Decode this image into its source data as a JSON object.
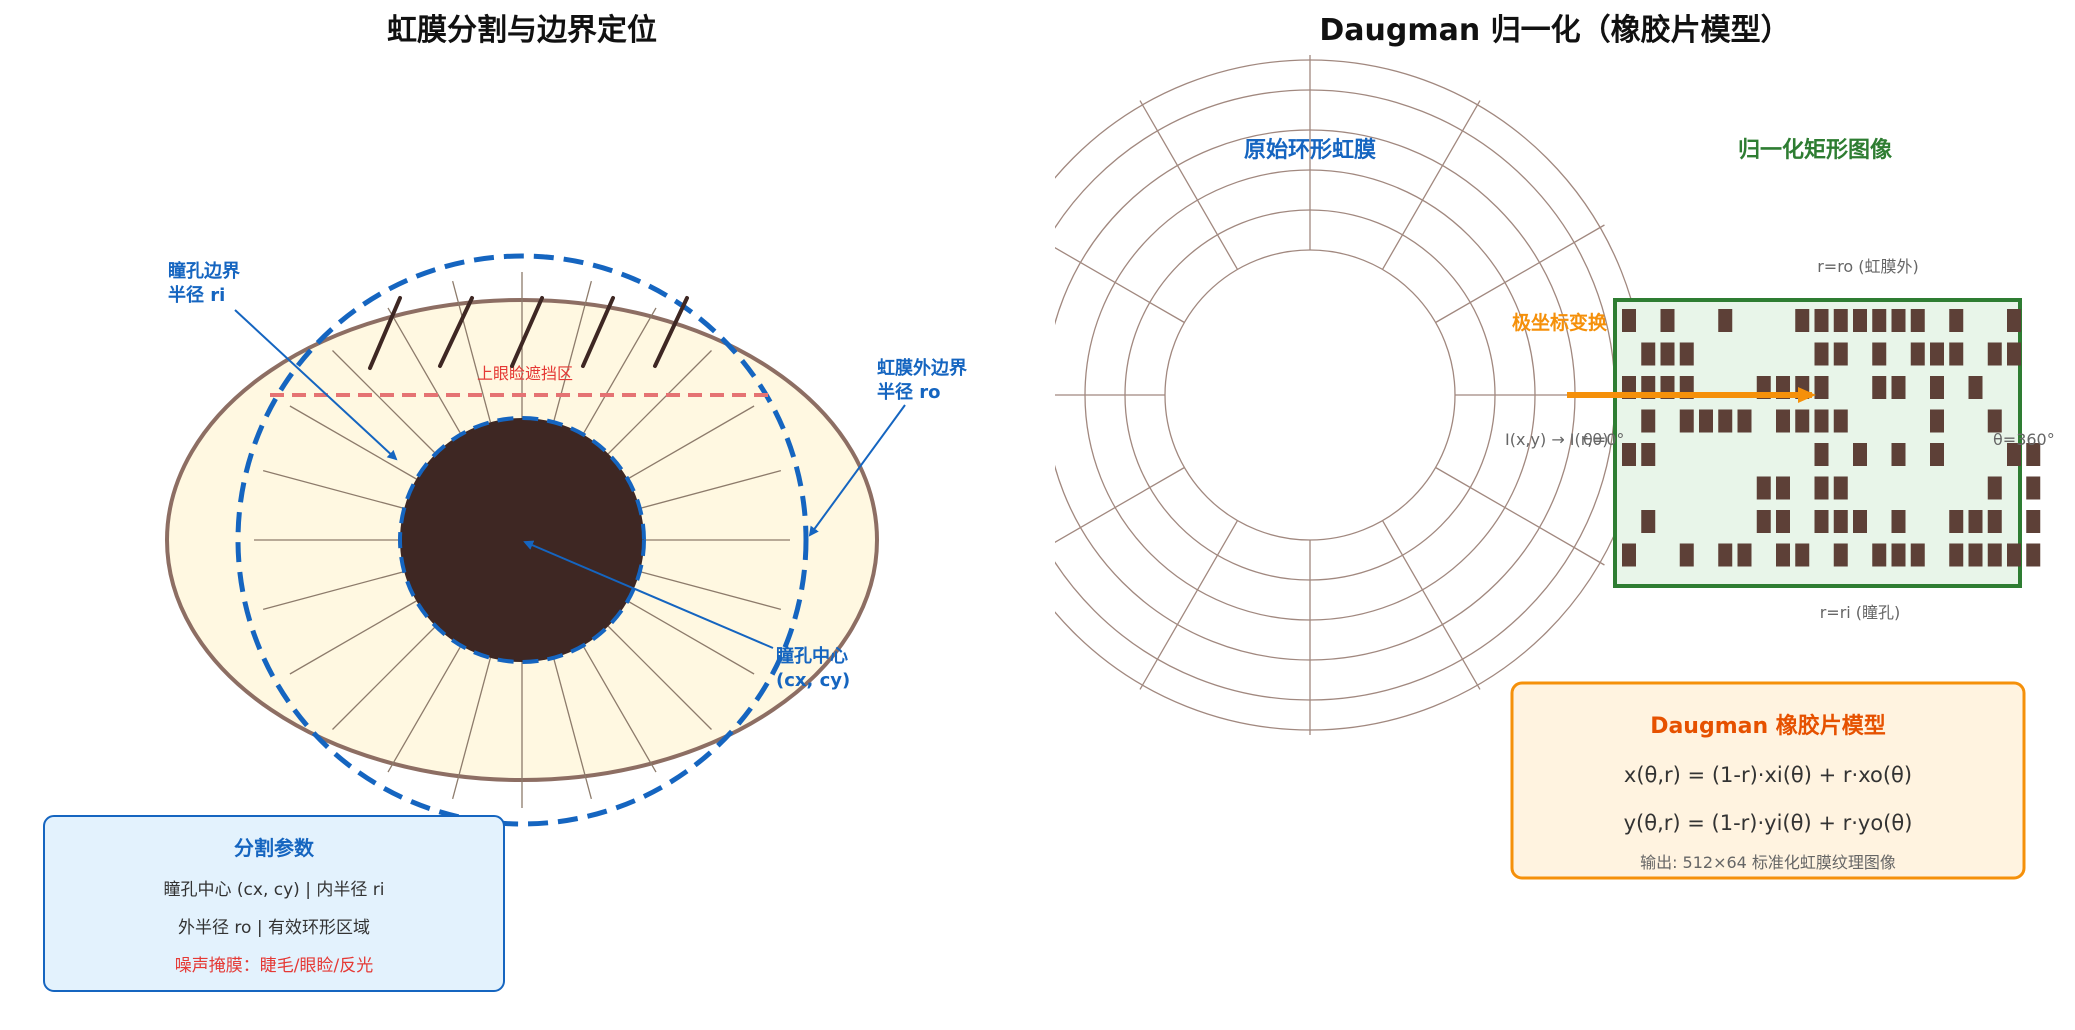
{
  "left": {
    "title": "虹膜分割与边界定位",
    "eyelid_label": "上眼睑遮挡区",
    "pupil_label": [
      "瞳孔边界",
      "半径 ri"
    ],
    "iris_label": [
      "虹膜外边界",
      "半径 ro"
    ],
    "center_label": [
      "瞳孔中心",
      "(cx, cy)"
    ],
    "params_box": {
      "title": "分割参数",
      "line1": "瞳孔中心 (cx, cy) | 内半径 ri",
      "line2": "外半径 ro | 有效环形区域",
      "line3": "噪声掩膜：睫毛/眼睑/反光"
    }
  },
  "right": {
    "title": "Daugman 归一化（橡胶片模型）",
    "ring_label": "原始环形虹膜",
    "rect_label": "归一化矩形图像",
    "transform_label": "极坐标变换",
    "mapping_label": "I(x,y) → I(r,θ)",
    "theta_start": "θ=0°",
    "theta_end": "θ=360°",
    "r_outer": "r=ro (虹膜外)",
    "r_inner": "r=ri (瞳孔)",
    "model_box": {
      "title": "Daugman 橡胶片模型",
      "formula1": "x(θ,r) = (1-r)·xi(θ) + r·xo(θ)",
      "formula2": "y(θ,r) = (1-r)·yi(θ) + r·yo(θ)",
      "output": "输出: 512×64 标准化虹膜纹理图像"
    }
  },
  "colors": {
    "blue": "#1565c0",
    "red": "#e53935",
    "orange": "#f5900a",
    "green": "#2e7d32",
    "pupil": "#3e2723",
    "sclera": "#fff8e1",
    "eye_outline": "#8d6e63"
  }
}
